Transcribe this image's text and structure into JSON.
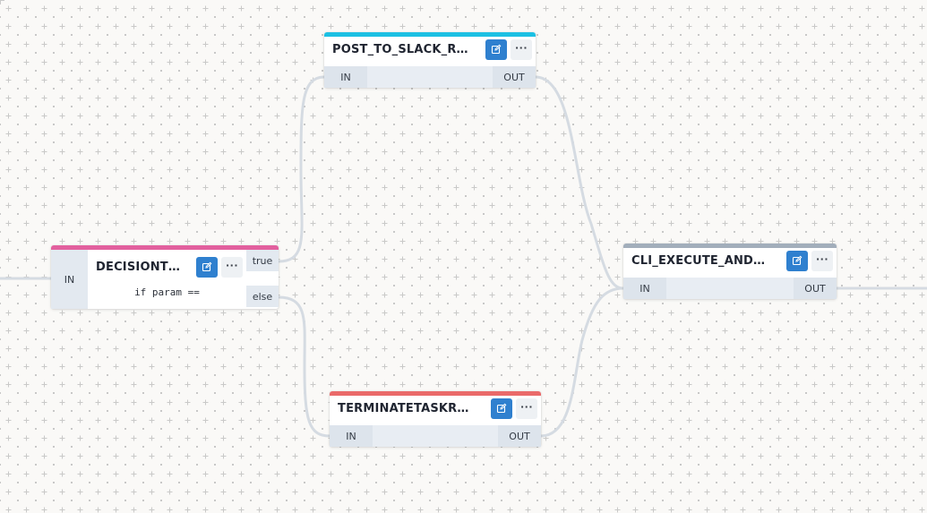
{
  "canvas": {
    "background": "#faf9f7"
  },
  "nodes": {
    "decision": {
      "title": "DECISIONT…",
      "expression": "if param ==",
      "in_label": "IN",
      "true_label": "true",
      "else_label": "else",
      "accent": "#e2609e",
      "edit_icon": "edit-icon",
      "more_icon": "more-icon",
      "more_text": "···"
    },
    "post_slack": {
      "title": "POST_TO_SLACK_R…",
      "in_label": "IN",
      "out_label": "OUT",
      "accent": "#1cc0e3",
      "more_text": "···"
    },
    "terminate": {
      "title": "TERMINATETASKR…",
      "in_label": "IN",
      "out_label": "OUT",
      "accent": "#ea6a6a",
      "more_text": "···"
    },
    "cli_execute": {
      "title": "CLI_EXECUTE_AND…",
      "in_label": "IN",
      "out_label": "OUT",
      "accent": "#a2aebb",
      "more_text": "···"
    }
  },
  "edge_color": "#d5dbe2",
  "edit_button_color": "#2f80cf"
}
